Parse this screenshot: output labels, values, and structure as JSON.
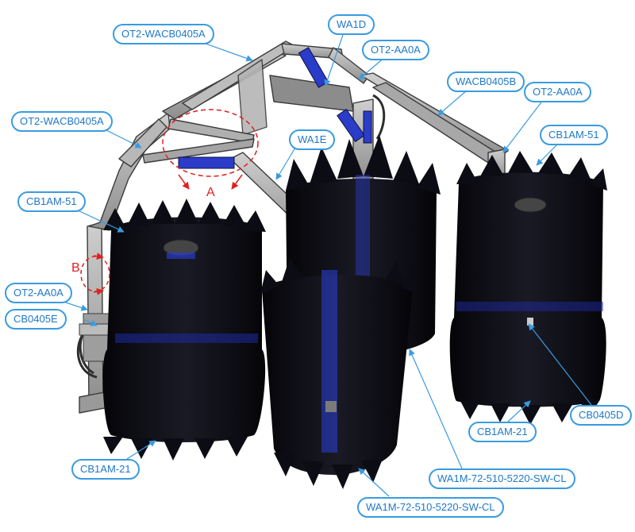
{
  "callouts": {
    "ot2_wacb0405a_top": "OT2-WACB0405A",
    "wa1d": "WA1D",
    "ot2_aa0a_top": "OT2-AA0A",
    "wacb0405b": "WACB0405B",
    "ot2_aa0a_right": "OT2-AA0A",
    "ot2_wacb0405a_left": "OT2-WACB0405A",
    "wa1e": "WA1E",
    "cb1am51_right": "CB1AM-51",
    "cb1am51_left": "CB1AM-51",
    "ot2_aa0a_left": "OT2-AA0A",
    "cb0405e": "CB0405E",
    "cb0405d": "CB0405D",
    "cb1am21_right": "CB1AM-21",
    "cb1am21_left": "CB1AM-21",
    "wa1m_right": "WA1M-72-510-5220-SW-CL",
    "wa1m_bottom": "WA1M-72-510-5220-SW-CL"
  },
  "view_labels": {
    "a": "A",
    "b": "B"
  },
  "colors": {
    "callout_border": "#3a9be0",
    "callout_text": "#1f78c8",
    "frame": "#a8a8a8",
    "frame_edge": "#3c3c3c",
    "brush": "#0c0c14",
    "brush_blue": "#2a3cc8",
    "view_marker": "#e02020"
  }
}
